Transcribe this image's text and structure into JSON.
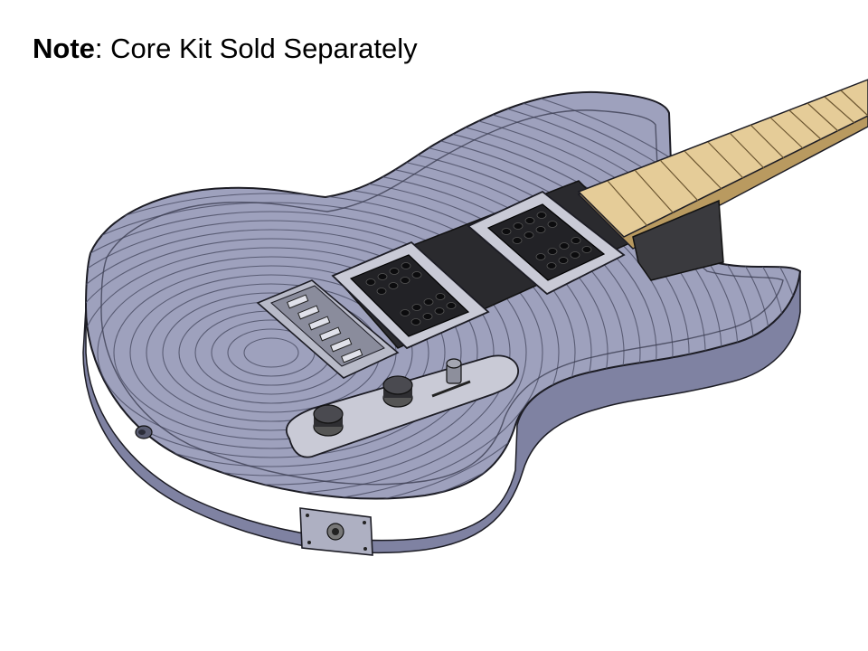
{
  "note": {
    "label": "Note",
    "separator": ":",
    "text": "Core Kit Sold Separately"
  },
  "image": {
    "subject": "guitar-cad-render",
    "colors": {
      "body": "#9ea1bd",
      "body_dark": "#7f82a2",
      "outline": "#1c1c24",
      "neck": "#e5cc98",
      "neck_dark": "#b99a60",
      "plate": "#c9cad6",
      "pickup": "#222226",
      "core": "#2a2a2e"
    }
  }
}
